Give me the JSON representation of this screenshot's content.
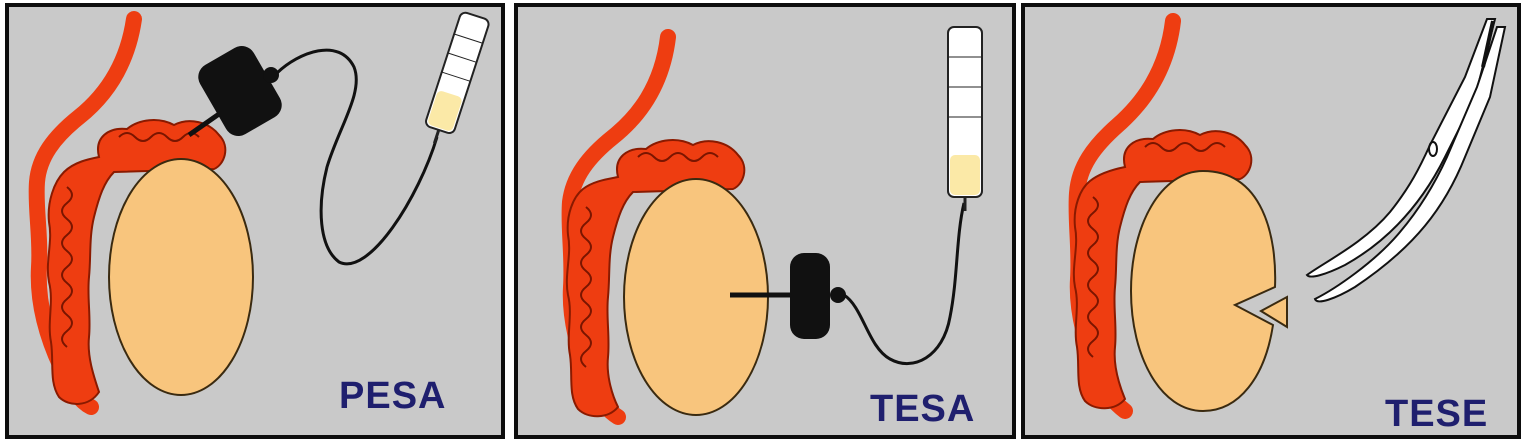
{
  "panels": [
    {
      "label": "PESA",
      "caption_color": "#1f1f6e"
    },
    {
      "label": "TESA",
      "caption_color": "#1f1f6e"
    },
    {
      "label": "TESE",
      "caption_color": "#1f1f6e"
    }
  ],
  "colors": {
    "background": "#c9c9c9",
    "testis": "#f8c57d",
    "epididymis": "#ee3d11",
    "syringe_fluid": "#fbe9a7",
    "needle": "#111111"
  },
  "icons": [
    "syringe-icon",
    "needle-hub-icon",
    "scissors-icon"
  ]
}
